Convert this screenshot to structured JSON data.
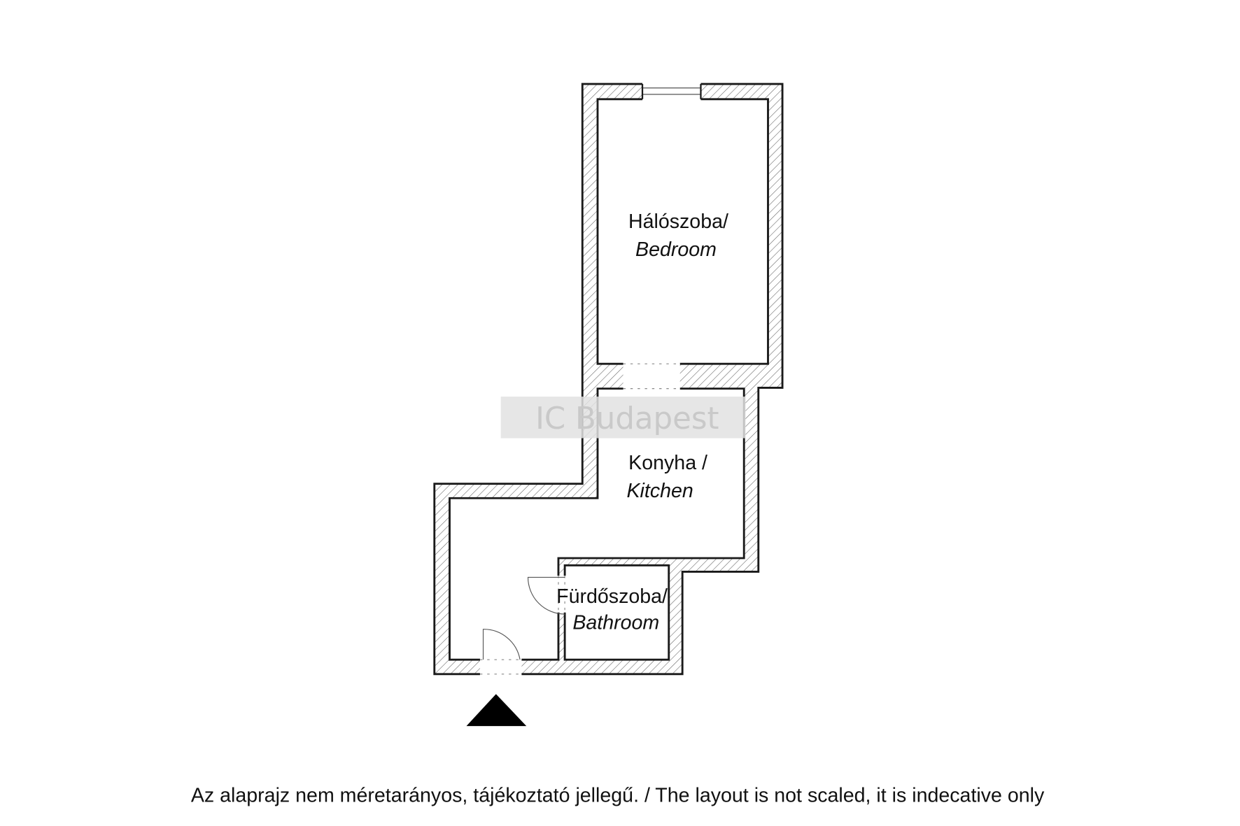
{
  "rooms": {
    "bedroom": {
      "hu": "Hálószoba/",
      "en": "Bedroom"
    },
    "kitchen": {
      "hu": "Konyha /",
      "en": "Kitchen"
    },
    "bathroom": {
      "hu": "Fürdőszoba/",
      "en": "Bathroom"
    }
  },
  "watermark": "IC Budapest",
  "footer": "Az alaprajz nem méretarányos, tájékoztató jellegű. / The layout is not scaled, it is indecative only",
  "colors": {
    "wall": "#1a1a1a",
    "hatch": "#555555",
    "watermark_bg": "#e6e6e6"
  }
}
